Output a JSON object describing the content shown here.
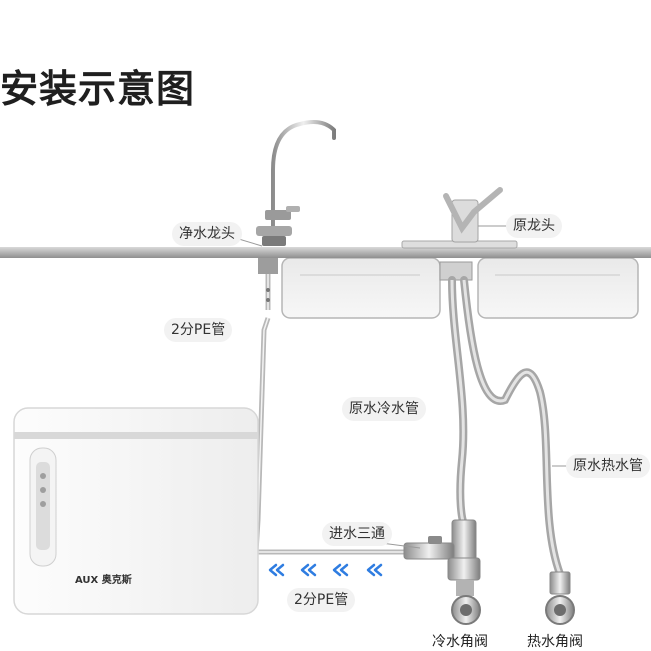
{
  "title": "安装示意图",
  "labels": {
    "purified_faucet": "净水龙头",
    "original_faucet": "原龙头",
    "pe_pipe_upper": "2分PE管",
    "cold_water_pipe": "原水冷水管",
    "hot_water_pipe": "原水热水管",
    "inlet_tee": "进水三通",
    "pe_pipe_lower": "2分PE管",
    "cold_angle_valve": "冷水角阀",
    "hot_angle_valve": "热水角阀"
  },
  "device": {
    "brand": "AUX 奥克斯"
  },
  "flow_arrows": 4,
  "colors": {
    "pipe_gray": "#bdbdbd",
    "flow_blue": "#2f7de1",
    "counter": "#9b9b9b",
    "callout_bg": "#f2f2f2"
  }
}
